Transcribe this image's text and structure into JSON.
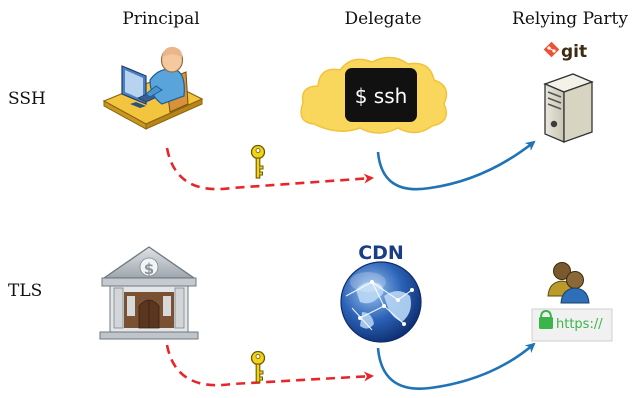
{
  "columns": {
    "principal": "Principal",
    "delegate": "Delegate",
    "relying_party": "Relying Party"
  },
  "rows": {
    "ssh": "SSH",
    "tls": "TLS"
  },
  "ssh_row": {
    "delegate_terminal_text": "$ ssh",
    "relying_party_logo_text": "git"
  },
  "tls_row": {
    "principal_bank_symbol": "$",
    "delegate_label": "CDN",
    "relying_party_url": "https://"
  },
  "icons": {
    "principal_ssh": "user-at-computer-icon",
    "delegate_ssh": "cloud-terminal-icon",
    "relying_party_ssh": "server-icon",
    "principal_tls": "bank-icon",
    "delegate_tls": "globe-icon",
    "relying_party_tls": "users-icon",
    "key": "key-icon",
    "lock": "padlock-icon"
  },
  "colors": {
    "delegation_arrow": "#e8262a",
    "access_arrow": "#1f73b7",
    "key": "#f2d21b",
    "cloud": "#f9d65c",
    "cdn_text": "#1a3e86",
    "git": "#f05033",
    "lock": "#3ab54a"
  }
}
